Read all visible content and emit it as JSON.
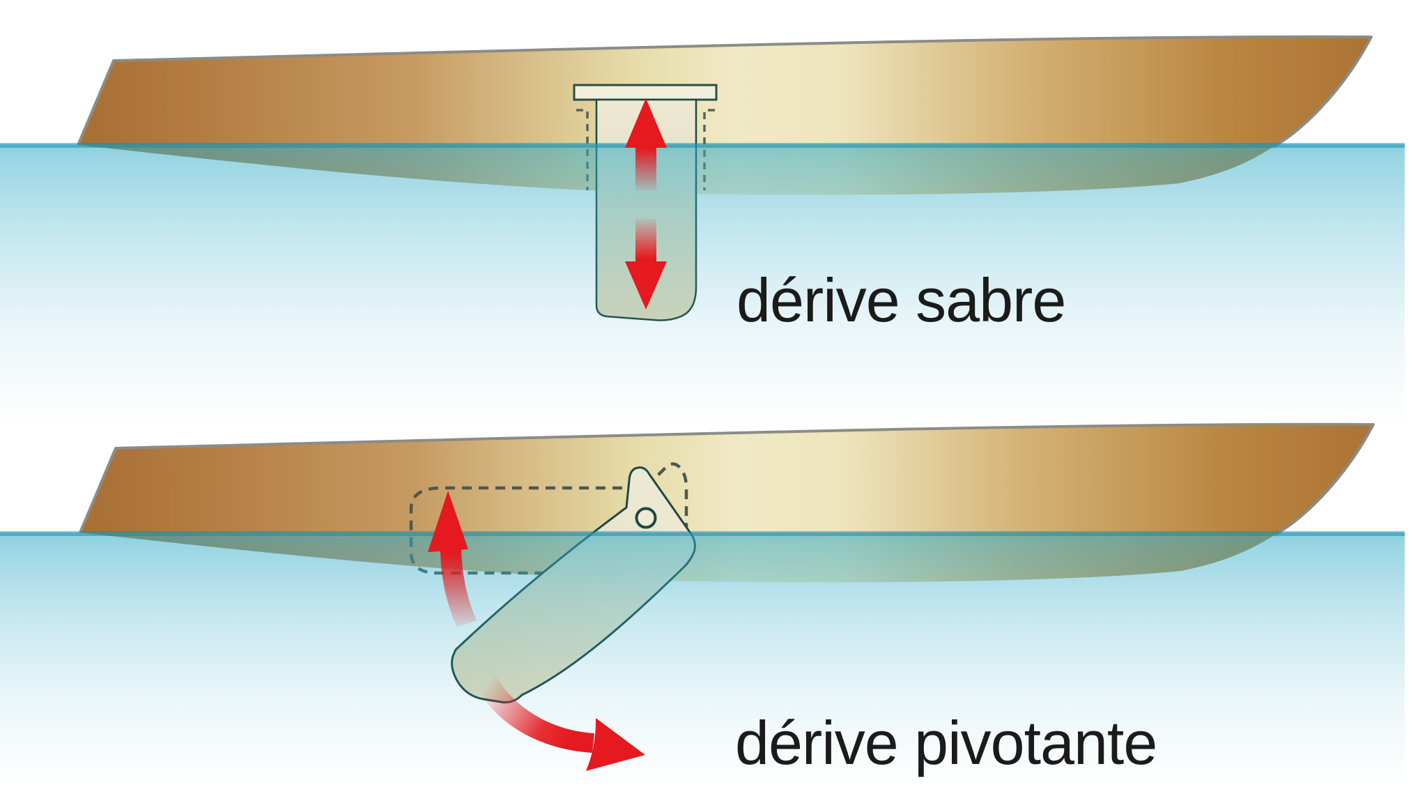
{
  "diagram": {
    "background": "#ffffff",
    "panels": [
      {
        "id": "derive-sabre",
        "label": "dérive sabre",
        "board_icon": "daggerboard",
        "motion_icon": "up-down-double-arrow"
      },
      {
        "id": "derive-pivotante",
        "label": "dérive pivotante",
        "board_icon": "pivoting-centerboard",
        "motion_icons": [
          "up-arrow",
          "swing-down-curved-arrow"
        ]
      }
    ],
    "colors": {
      "arrow_red": "#e5191f",
      "hull_brown": "#ab7134",
      "hull_cream": "#f0e9c6",
      "water_cyan": "#8fd2e2",
      "waterline_edge": "#58b2c8",
      "underwater_hull_olive": "#85ab8d",
      "board_fill": "#e9e5cb",
      "board_outline": "#1e4844",
      "deck_line_gray": "#8c8c86",
      "dashed_trunk": "#545f56",
      "label_text": "#1b1b1b"
    }
  }
}
